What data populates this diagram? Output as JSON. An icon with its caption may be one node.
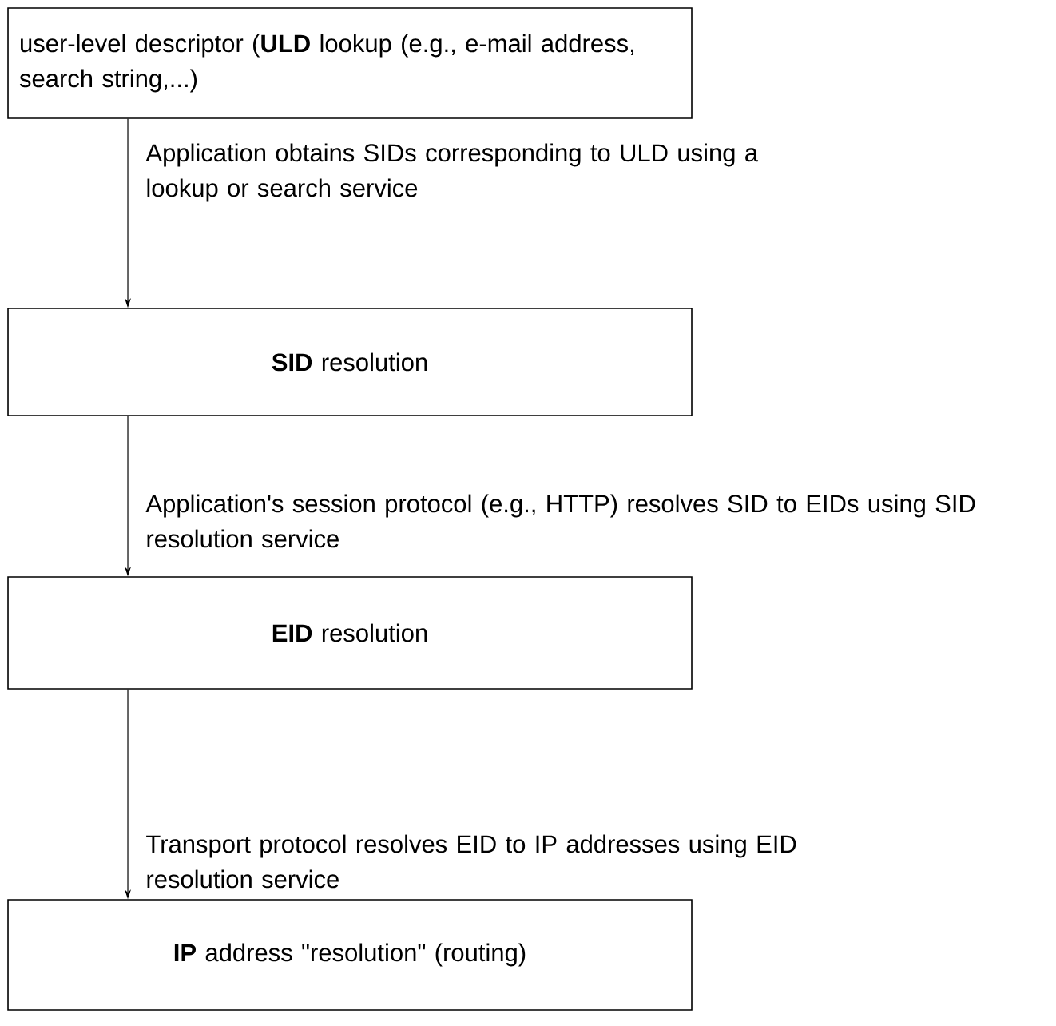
{
  "diagram": {
    "nodes": [
      {
        "text": [
          "user-level descriptor (**ULD** lookup (e.g., e-mail address, search string,...)"
        ]
      },
      {
        "text": [
          "**SID** resolution"
        ]
      },
      {
        "text": [
          "**EID** resolution"
        ]
      },
      {
        "text": [
          "**IP** address \"resolution\" (routing)"
        ]
      }
    ],
    "edges": [
      {
        "from": 0,
        "to": 1,
        "arrow": "to",
        "label": "Application obtains SIDs corresponding to ULD using a lookup or search service"
      },
      {
        "from": 1,
        "to": 2,
        "arrow": "to",
        "label": "Application's session protocol (e.g., HTTP) resolves SID to EIDs using SID resolution service"
      },
      {
        "from": 2,
        "to": 3,
        "arrow": "to",
        "label": "Transport protocol resolves EID to IP addresses using EID resolution service"
      }
    ]
  }
}
